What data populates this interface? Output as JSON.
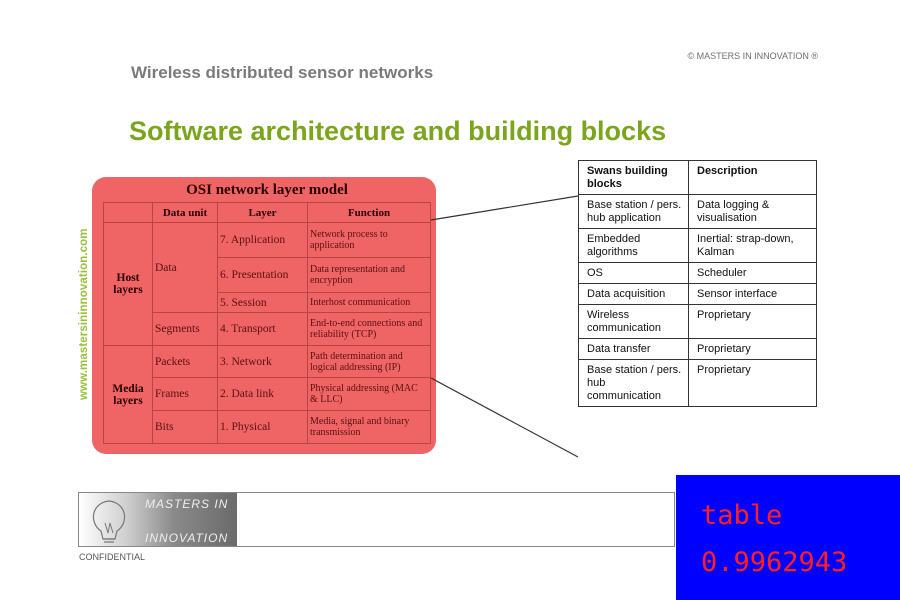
{
  "header": {
    "copyright": "© MASTERS IN INNOVATION ®",
    "subtitle": "Wireless distributed sensor networks",
    "title": "Software architecture and building blocks",
    "side_url": "www.mastersininnovation.com"
  },
  "osi": {
    "heading": "OSI network layer model",
    "columns": [
      "",
      "Data unit",
      "Layer",
      "Function"
    ],
    "host_group": "Host layers",
    "media_group": "Media layers",
    "rows": [
      {
        "unit": "Data",
        "layer": "7. Application",
        "function": "Network process to application"
      },
      {
        "unit": "",
        "layer": "6. Presentation",
        "function": "Data representation and encryption"
      },
      {
        "unit": "",
        "layer": "5. Session",
        "function": "Interhost communication"
      },
      {
        "unit": "Segments",
        "layer": "4. Transport",
        "function": "End-to-end connections and reliability (TCP)"
      },
      {
        "unit": "Packets",
        "layer": "3. Network",
        "function": "Path determination and logical addressing (IP)"
      },
      {
        "unit": "Frames",
        "layer": "2. Data link",
        "function": "Physical addressing (MAC & LLC)"
      },
      {
        "unit": "Bits",
        "layer": "1. Physical",
        "function": "Media, signal and binary transmission"
      }
    ]
  },
  "swans": {
    "headers": [
      "Swans building blocks",
      "Description"
    ],
    "rows": [
      [
        "Base station / pers. hub application",
        "Data logging & visualisation"
      ],
      [
        "Embedded algorithms",
        "Inertial: strap-down, Kalman"
      ],
      [
        "OS",
        "Scheduler"
      ],
      [
        "Data acquisition",
        "Sensor interface"
      ],
      [
        "Wireless communication",
        "Proprietary"
      ],
      [
        "Data transfer",
        "Proprietary"
      ],
      [
        "Base station / pers. hub communication",
        "Proprietary"
      ]
    ]
  },
  "footer": {
    "logo_line1": "MASTERS IN",
    "logo_line2": "INNOVATION",
    "confidential": "CONFIDENTIAL"
  },
  "detection": {
    "label": "table",
    "score": "0.9962943",
    "colors": {
      "box": "#0000ff",
      "text": "#ff2020"
    }
  }
}
